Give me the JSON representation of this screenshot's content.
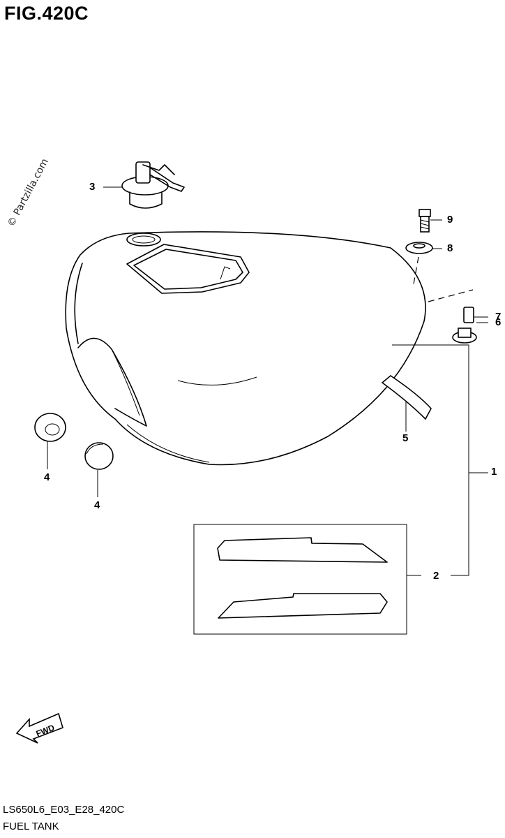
{
  "figure": {
    "title": "FIG.420C",
    "watermark": "© Partzilla.com",
    "code": "LS650L6_E03_E28_420C",
    "name": "FUEL TANK",
    "fwd_label": "FWD"
  },
  "callouts": [
    {
      "id": "c1",
      "label": "1"
    },
    {
      "id": "c2",
      "label": "2"
    },
    {
      "id": "c3",
      "label": "3"
    },
    {
      "id": "c4a",
      "label": "4"
    },
    {
      "id": "c4b",
      "label": "4"
    },
    {
      "id": "c5",
      "label": "5"
    },
    {
      "id": "c6",
      "label": "6"
    },
    {
      "id": "c7",
      "label": "7"
    },
    {
      "id": "c8",
      "label": "8"
    },
    {
      "id": "c9",
      "label": "9"
    }
  ]
}
